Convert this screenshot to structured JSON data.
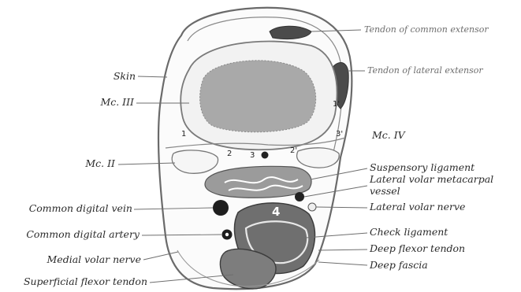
{
  "figure": {
    "labels_left": [
      {
        "key": "skin",
        "text": "Skin"
      },
      {
        "key": "mc3",
        "text": "Mc. III"
      },
      {
        "key": "mc2",
        "text": "Mc. II"
      },
      {
        "key": "common_digital_vein",
        "text": "Common digital vein"
      },
      {
        "key": "common_digital_artery",
        "text": "Common digital artery"
      },
      {
        "key": "medial_volar_nerve",
        "text": "Medial volar nerve"
      },
      {
        "key": "superficial_flexor_tendon",
        "text": "Superficial flexor tendon"
      }
    ],
    "labels_right": [
      {
        "key": "tendon_common_extensor",
        "text": "Tendon of common extensor"
      },
      {
        "key": "tendon_lateral_extensor",
        "text": "Tendon of lateral extensor"
      },
      {
        "key": "mc4",
        "text": "Mc. IV"
      },
      {
        "key": "suspensory_ligament",
        "text": "Suspensory ligament"
      },
      {
        "key": "lateral_volar_metacarpal_vessel_1",
        "text": "Lateral volar metacarpal"
      },
      {
        "key": "lateral_volar_metacarpal_vessel_2",
        "text": "vessel"
      },
      {
        "key": "lateral_volar_nerve",
        "text": "Lateral volar nerve"
      },
      {
        "key": "check_ligament",
        "text": "Check ligament"
      },
      {
        "key": "deep_flexor_tendon",
        "text": "Deep flexor tendon"
      },
      {
        "key": "deep_fascia",
        "text": "Deep fascia"
      }
    ],
    "numbers": {
      "n1": "1",
      "n1prime": "1'",
      "n2": "2",
      "n2prime": "2'",
      "n3": "3",
      "n3prime": "3'",
      "n4": "4"
    }
  }
}
